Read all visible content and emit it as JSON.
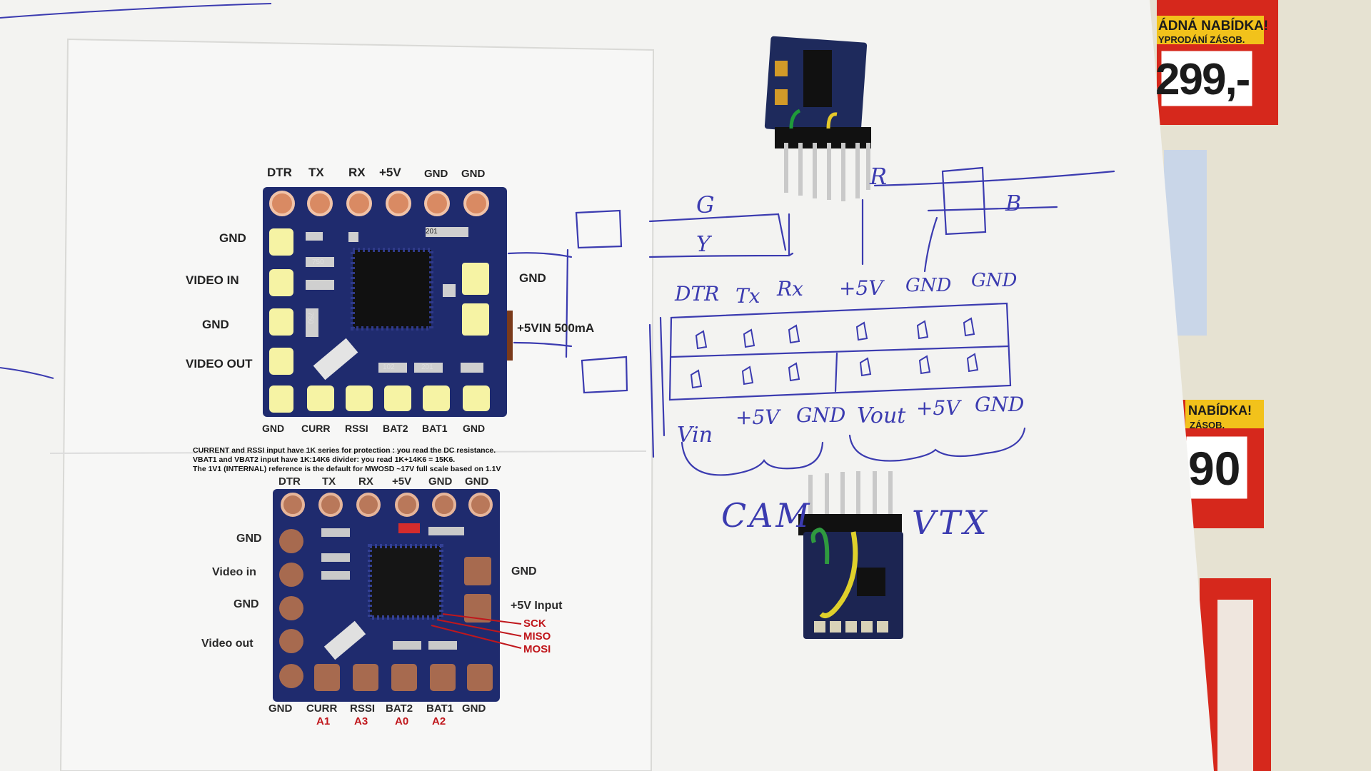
{
  "top_pinout": {
    "top_pins": [
      "DTR",
      "TX",
      "RX",
      "+5V",
      "GND",
      "GND"
    ],
    "left_pins": [
      "GND",
      "VIDEO IN",
      "GND",
      "VIDEO OUT"
    ],
    "right_pins": [
      "GND",
      "+5VIN 500mA"
    ],
    "bottom_pins": [
      "GND",
      "CURR",
      "RSSI",
      "BAT2",
      "BAT1",
      "GND"
    ],
    "chip_marks": [
      "750",
      "750",
      "201",
      "201",
      "102"
    ]
  },
  "notes": [
    "CURRENT and RSSI input have 1K series for protection : you read the DC resistance.",
    "VBAT1 and VBAT2 input have 1K:14K6 divider: you read 1K+14K6 = 15K6.",
    "The 1V1 (INTERNAL) reference is the default for MWOSD ~17V full scale based on 1.1V"
  ],
  "bottom_pinout": {
    "top_pins": [
      "DTR",
      "TX",
      "RX",
      "+5V",
      "GND",
      "GND"
    ],
    "left_pins": [
      "GND",
      "Video in",
      "GND",
      "Video out"
    ],
    "right_pins": [
      "GND",
      "+5V Input"
    ],
    "spi_pins": [
      "SCK",
      "MISO",
      "MOSI"
    ],
    "bottom_pins": [
      "GND",
      "CURR",
      "RSSI",
      "BAT2",
      "BAT1",
      "GND"
    ],
    "bottom_sub": [
      "",
      "A1",
      "A3",
      "A0",
      "A2",
      ""
    ]
  },
  "handwriting": {
    "wire_labels": [
      "G",
      "Y",
      "R",
      "B"
    ],
    "header_top": [
      "DTR",
      "Tx",
      "Rx",
      "+5V",
      "GND",
      "GND"
    ],
    "header_bottom": [
      "Vin",
      "+5V",
      "GND",
      "Vout",
      "+5V",
      "GND"
    ],
    "group_left": "CAM",
    "group_right": "VTX"
  },
  "flyer": {
    "banner_1": "ÁDNÁ NABÍDKA!",
    "banner_1_sub": "YPRODÁNÍ ZÁSOB.",
    "price_1": "299,-",
    "banner_2": "NABÍDKA!",
    "banner_2_sub": "ZÁSOB.",
    "price_2": "90"
  },
  "colors": {
    "paper": "#f3f3f1",
    "pcb": "#1f2b6e",
    "ink": "#3b3bb0",
    "flyer_red": "#d6281c",
    "flyer_yellow": "#f2c21b"
  }
}
